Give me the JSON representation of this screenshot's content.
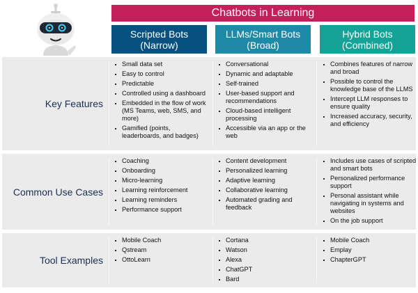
{
  "title": "Chatbots in Learning",
  "colors": {
    "title_bar": "#c41f5a",
    "scripted": "#06517f",
    "llm": "#1f8aa8",
    "hybrid": "#14a396",
    "row_bg": "#ebebeb",
    "label_text": "#1a2f52"
  },
  "mascot": {
    "icon": "robot-icon"
  },
  "columns": [
    {
      "line1": "Scripted Bots",
      "line2": "(Narrow)"
    },
    {
      "line1": "LLMs/Smart Bots",
      "line2": "(Broad)"
    },
    {
      "line1": "Hybrid Bots",
      "line2": "(Combined)"
    }
  ],
  "rows": [
    {
      "label": "Key Features",
      "cells": [
        [
          "Small data set",
          "Easy to control",
          "Predictable",
          "Controlled using a dashboard",
          "Embedded in the flow of work (MS Teams, web, SMS, and more)",
          "Gamified (points, leaderboards, and badges)"
        ],
        [
          "Conversational",
          "Dynamic and adaptable",
          "Self-trained",
          "User-based support and recommendations",
          "Cloud-based intelligent processing",
          "Accessible via an app or the web"
        ],
        [
          "Combines features of narrow and broad",
          "Possible to control the knowledge base of the LLMS",
          "Intercept LLM responses to ensure quality",
          "Increased accuracy, security, and efficiency"
        ]
      ]
    },
    {
      "label": "Common Use Cases",
      "cells": [
        [
          "Coaching",
          "Onboarding",
          "Micro-learning",
          "Learning reinforcement",
          "Learning reminders",
          "Performance support"
        ],
        [
          "Content development",
          "Personalized learning",
          "Adaptive learning",
          "Collaborative learning",
          "Automated grading and feedback"
        ],
        [
          "Includes use cases of scripted and smart bots",
          "Personalized performance support",
          "Personal assistant while navigating in systems and websites",
          "On the job support"
        ]
      ]
    },
    {
      "label": "Tool Examples",
      "cells": [
        [
          "Mobile Coach",
          "Qstream",
          "OttoLearn"
        ],
        [
          "Cortana",
          "Watson",
          "Alexa",
          "ChatGPT",
          "Bard"
        ],
        [
          "Mobile Coach",
          "Emplay",
          "ChapterGPT"
        ]
      ]
    }
  ]
}
